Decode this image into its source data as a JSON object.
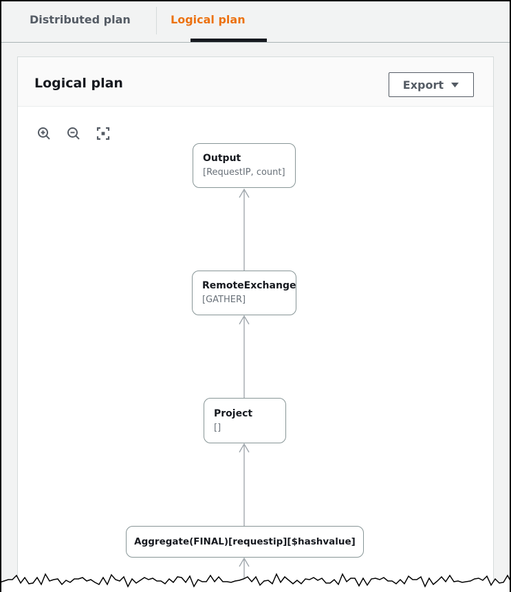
{
  "tabs": [
    {
      "label": "Distributed plan",
      "active": false
    },
    {
      "label": "Logical plan",
      "active": true
    }
  ],
  "panel": {
    "title": "Logical plan",
    "export_button": {
      "label": "Export",
      "icon": "caret-down-icon"
    }
  },
  "canvas_toolbar": {
    "icons": [
      "zoom-in-icon",
      "zoom-out-icon",
      "fit-view-icon"
    ]
  },
  "diagram": {
    "nodes": [
      {
        "id": "output",
        "title": "Output",
        "subtitle": "[RequestIP, count]"
      },
      {
        "id": "remote-exchange",
        "title": "RemoteExchange",
        "subtitle": "[GATHER]"
      },
      {
        "id": "project",
        "title": "Project",
        "subtitle": "[]"
      },
      {
        "id": "aggregate",
        "title": "Aggregate(FINAL)[requestip][$hashvalue]",
        "subtitle": ""
      }
    ],
    "edges": [
      {
        "from": "remote-exchange",
        "to": "output",
        "direction": "up"
      },
      {
        "from": "project",
        "to": "remote-exchange",
        "direction": "up"
      },
      {
        "from": "aggregate",
        "to": "project",
        "direction": "up"
      },
      {
        "from": "offscreen-below",
        "to": "aggregate",
        "direction": "up"
      }
    ]
  },
  "colors": {
    "active_tab_text": "#ec7211",
    "inactive_tab_text": "#545b64",
    "tab_underline": "#16191f",
    "text_primary": "#16191f",
    "text_secondary": "#687078",
    "node_border": "#879596",
    "edge_line": "#9aa2a8",
    "page_background": "#f2f3f3",
    "card_header_background": "#fafafa"
  }
}
